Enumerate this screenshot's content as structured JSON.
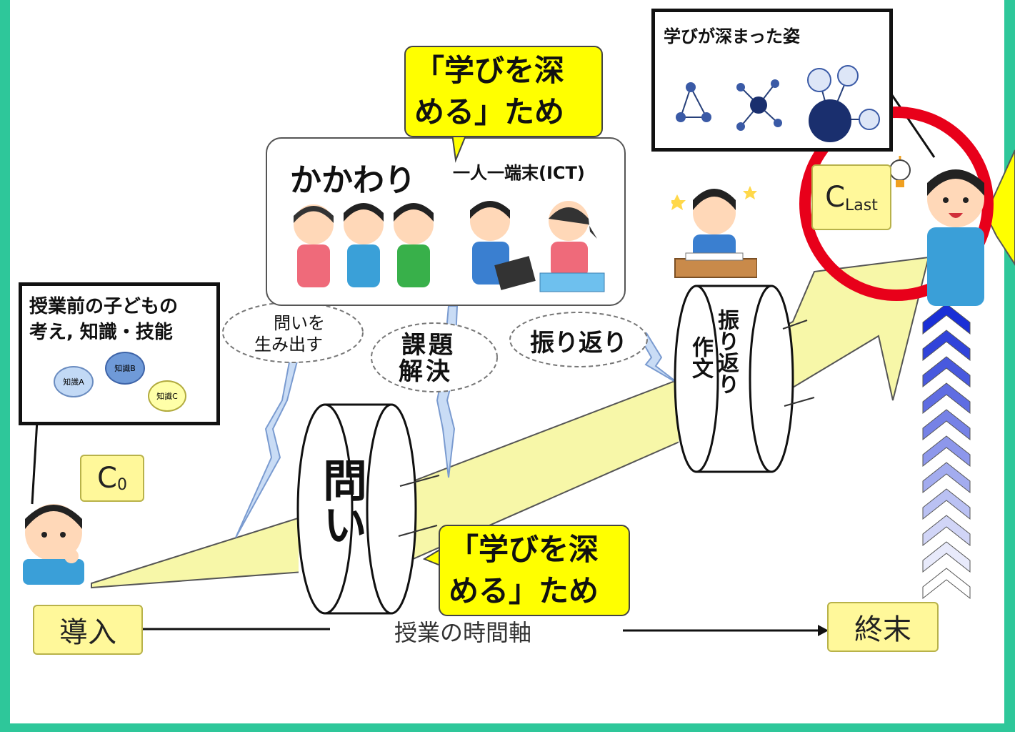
{
  "colors": {
    "frame": "#2ec79a",
    "label_fill": "#fff89a",
    "bubble_fill": "#ffff00",
    "arrow_fill": "#f7f7a8",
    "highlight_circle": "#e8001a",
    "chevron_top": "#1a2fd6"
  },
  "intro_label": "導入",
  "end_label": "終末",
  "time_axis_label": "授業の時間軸",
  "c0_label": {
    "main": "C",
    "sub": "0"
  },
  "clast_label": {
    "main": "C",
    "sub": "Last"
  },
  "before_box": {
    "title_line1": "授業前の子どもの",
    "title_line2": "考え, 知識・技能",
    "nodes": [
      "知識A",
      "知識B",
      "知識C"
    ]
  },
  "after_box": {
    "title": "学びが深まった姿"
  },
  "deepen_bubble_top": {
    "line1": "「学びを深",
    "line2": "める」ため"
  },
  "deepen_bubble_bottom": {
    "line1": "「学びを深",
    "line2": "める」ため"
  },
  "kakawari_box": {
    "title": "かかわり",
    "ict": "一人一端末(ICT)"
  },
  "ellipses": {
    "toi_umidasu_line1": "問いを",
    "toi_umidasu_line2": "生み出す",
    "kadai_line1": "課題",
    "kadai_line2": "解決",
    "furikaeri": "振り返り"
  },
  "cylinder_toi": "問い",
  "cylinder_furikaeri": {
    "col1": "振り返り",
    "col2": "作文"
  },
  "icons": [
    "thinking-child-icon",
    "studying-child-icon",
    "happy-child-icon",
    "talking-children-icon",
    "tablet-children-icon",
    "lightbulb-icon"
  ]
}
